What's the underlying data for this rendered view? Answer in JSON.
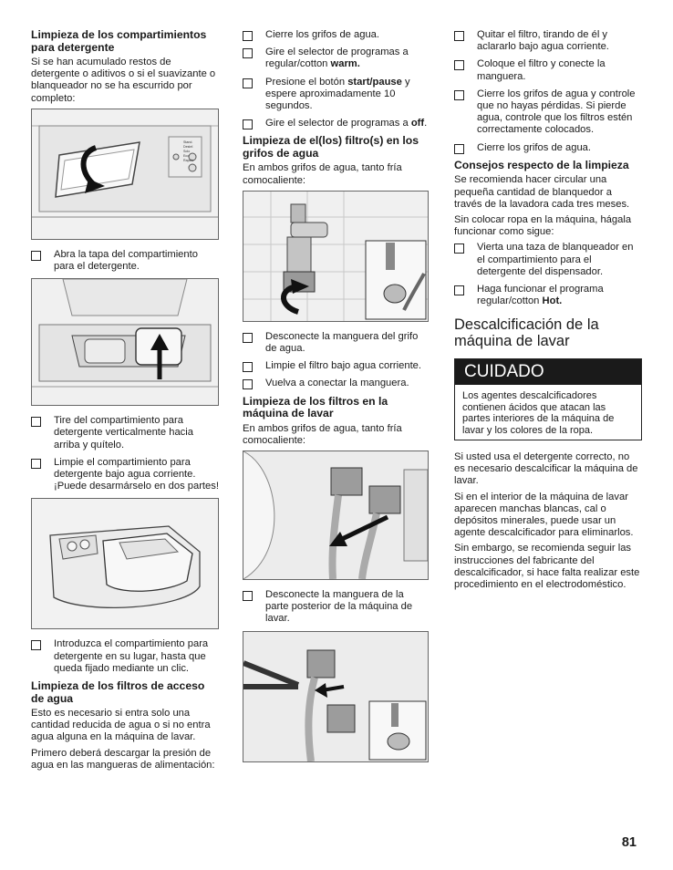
{
  "col1": {
    "s1_heading": "Limpieza de los compartimientos para detergente",
    "s1_para": "Si se han acumulado restos de detergente o aditivos o si el suavizante o blanqueador no se ha escurrido por completo:",
    "fig1_labels": [
      "Stand.",
      "Desinf.",
      "Solo",
      "Eco",
      "Rapido"
    ],
    "step1": "Abra la tapa del compartimiento para el detergente.",
    "step2": "Tire del compartimiento para detergente verticalmente hacia arriba y quítelo.",
    "step3": "Limpie el compartimiento para detergente bajo agua corriente. ¡Puede desarmárselo en dos partes!",
    "step4": "Introduzca el compartimiento para detergente en su lugar, hasta que queda fijado mediante un clic.",
    "s2_heading": "Limpieza de los filtros de acceso de agua",
    "s2_para1": "Esto es necesario si entra solo una cantidad reducida de agua o si no entra agua alguna en la máquina de lavar.",
    "s2_para2": "Primero deberá descargar la presión de agua en las mangueras de alimentación:"
  },
  "col2": {
    "b1": "Cierre los grifos de agua.",
    "b2_pre": "Gire el selector de programas a regular/cotton ",
    "b2_bold": "warm.",
    "b3_pre": "Presione el botón ",
    "b3_bold": "start/pause",
    "b3_post": " y espere aproximadamente 10 segundos.",
    "b4_pre": "Gire el selector de programas a ",
    "b4_bold": "off",
    "b4_post": ".",
    "s3_heading": "Limpieza de el(los) filtro(s) en los grifos de agua",
    "s3_para": "En ambos grifos de agua, tanto fría comocaliente:",
    "b5": "Desconecte la manguera del grifo de agua.",
    "b6": "Limpie el filtro bajo agua corriente.",
    "b7": "Vuelva a conectar la manguera.",
    "s4_heading": "Limpieza de los filtros en la máquina de lavar",
    "s4_para": "En ambos grifos de agua, tanto fría comocaliente:",
    "b8": "Desconecte la manguera de la parte posterior de la máquina de lavar."
  },
  "col3": {
    "b1": "Quitar el filtro, tirando de él y aclararlo bajo agua corriente.",
    "b2": "Coloque el filtro y conecte la manguera.",
    "b3": "Cierre los grifos de agua y controle que no hayas pérdidas. Si pierde agua, controle que los filtros estén correctamente colocados.",
    "b4": "Cierre los grifos de agua.",
    "s5_heading": "Consejos respecto de la limpieza",
    "s5_para1": "Se recomienda hacer circular una pequeña cantidad de blanquedor a través de la lavadora cada tres meses.",
    "s5_para2": "Sin colocar ropa en la máquina, hágala funcionar como sigue:",
    "b5": "Vierta una taza de blanqueador en el compartimiento para el detergente del dispensador.",
    "b6_pre": "Haga funcionar el programa regular/cotton ",
    "b6_bold": "Hot.",
    "s6_heading": "Descalcificación de la máquina de lavar",
    "caution_title": "CUIDADO",
    "caution_body": "Los agentes descalcificadores contienen ácidos que atacan las partes interiores de la máquina de lavar y los colores de la ropa.",
    "p1": "Si usted usa el detergente correcto, no es necesario descalcificar la máquina de lavar.",
    "p2": "Si en el interior de la máquina de lavar aparecen manchas blancas, cal o depósitos minerales, puede usar un agente descalcificador para eliminarlos.",
    "p3": "Sin embargo, se recomienda seguir las instrucciones del fabricante del descalcificador, si hace falta realizar este procedimiento en el electrodoméstico."
  },
  "page_number": "81"
}
